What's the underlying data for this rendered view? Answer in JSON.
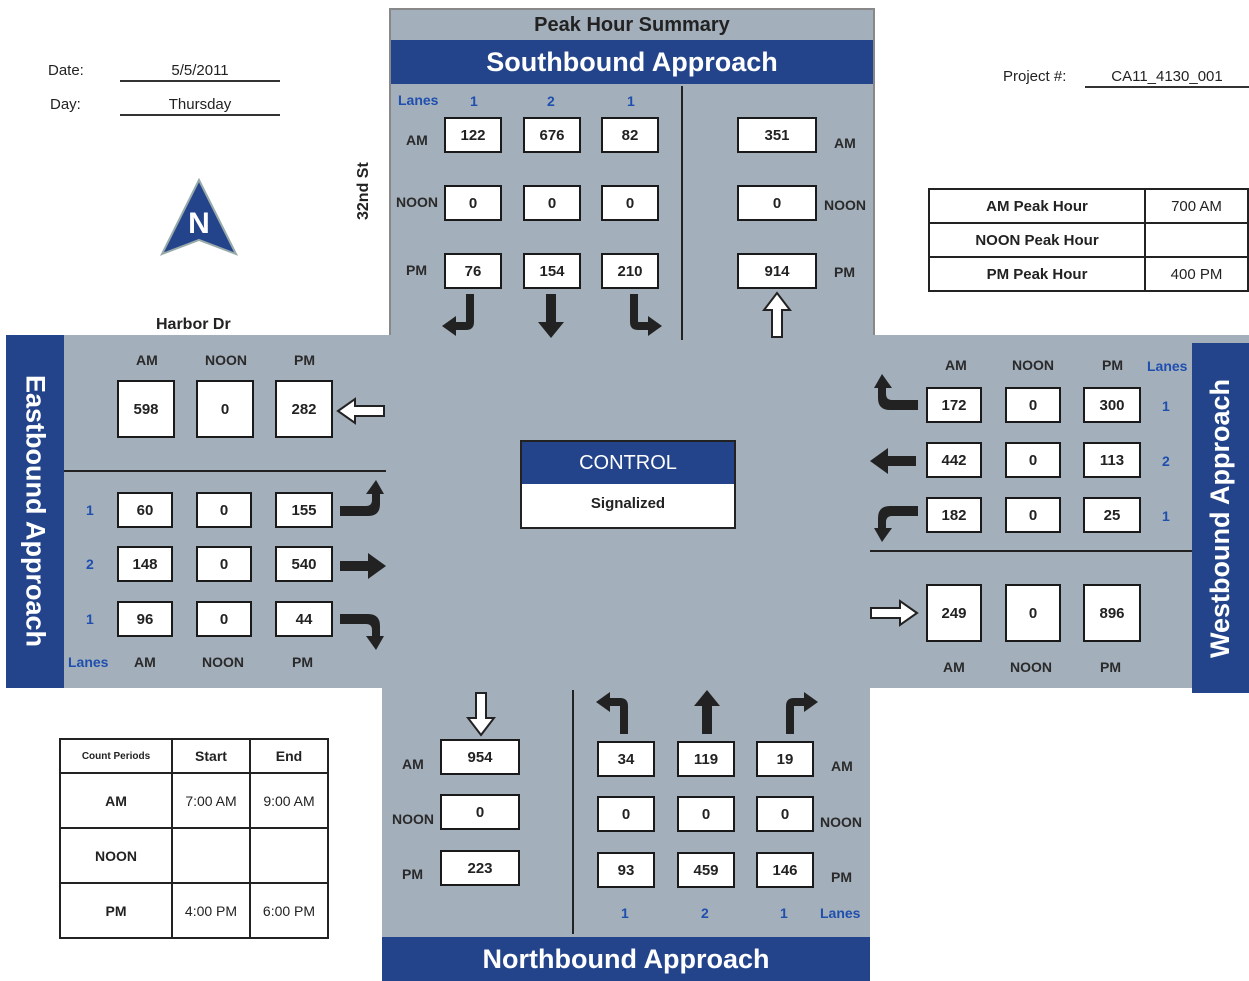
{
  "title": "Peak Hour Summary",
  "header": {
    "date_label": "Date:",
    "date_value": "5/5/2011",
    "day_label": "Day:",
    "day_value": "Thursday",
    "project_label": "Project #:",
    "project_value": "CA11_4130_001"
  },
  "compass": "N",
  "streets": {
    "ns": "32nd St",
    "ew": "Harbor Dr"
  },
  "peak_hours": {
    "rows": [
      {
        "label": "AM Peak Hour",
        "value": "700 AM"
      },
      {
        "label": "NOON Peak Hour",
        "value": ""
      },
      {
        "label": "PM Peak Hour",
        "value": "400 PM"
      }
    ]
  },
  "periods_label": {
    "am": "AM",
    "noon": "NOON",
    "pm": "PM",
    "lanes": "Lanes"
  },
  "southbound": {
    "title": "Southbound Approach",
    "lanes": [
      "1",
      "2",
      "1"
    ],
    "am": [
      "122",
      "676",
      "82"
    ],
    "noon": [
      "0",
      "0",
      "0"
    ],
    "pm": [
      "76",
      "154",
      "210"
    ],
    "exit": {
      "am": "351",
      "noon": "0",
      "pm": "914"
    }
  },
  "northbound": {
    "title": "Northbound Approach",
    "lanes": [
      "1",
      "2",
      "1"
    ],
    "am": [
      "34",
      "119",
      "19"
    ],
    "noon": [
      "0",
      "0",
      "0"
    ],
    "pm": [
      "93",
      "459",
      "146"
    ],
    "exit": {
      "am": "954",
      "noon": "0",
      "pm": "223"
    }
  },
  "eastbound": {
    "title": "Eastbound Approach",
    "exit": {
      "am": "598",
      "noon": "0",
      "pm": "282"
    },
    "rows": [
      {
        "lanes": "1",
        "am": "60",
        "noon": "0",
        "pm": "155"
      },
      {
        "lanes": "2",
        "am": "148",
        "noon": "0",
        "pm": "540"
      },
      {
        "lanes": "1",
        "am": "96",
        "noon": "0",
        "pm": "44"
      }
    ]
  },
  "westbound": {
    "title": "Westbound Approach",
    "rows": [
      {
        "lanes": "1",
        "am": "172",
        "noon": "0",
        "pm": "300"
      },
      {
        "lanes": "2",
        "am": "442",
        "noon": "0",
        "pm": "113"
      },
      {
        "lanes": "1",
        "am": "182",
        "noon": "0",
        "pm": "25"
      }
    ],
    "exit": {
      "am": "249",
      "noon": "0",
      "pm": "896"
    }
  },
  "control": {
    "title": "CONTROL",
    "value": "Signalized"
  },
  "count_periods": {
    "headers": [
      "Count Periods",
      "Start",
      "End"
    ],
    "rows": [
      {
        "period": "AM",
        "start": "7:00 AM",
        "end": "9:00 AM"
      },
      {
        "period": "NOON",
        "start": "",
        "end": ""
      },
      {
        "period": "PM",
        "start": "4:00 PM",
        "end": "6:00 PM"
      }
    ]
  },
  "colors": {
    "road": "#a3afbb",
    "banner": "#23448b",
    "lane_text": "#1f4fae"
  },
  "icons": [
    "north-arrow-icon",
    "turn-left-arrow-icon",
    "through-arrow-icon",
    "turn-right-arrow-icon",
    "exit-arrow-icon"
  ]
}
